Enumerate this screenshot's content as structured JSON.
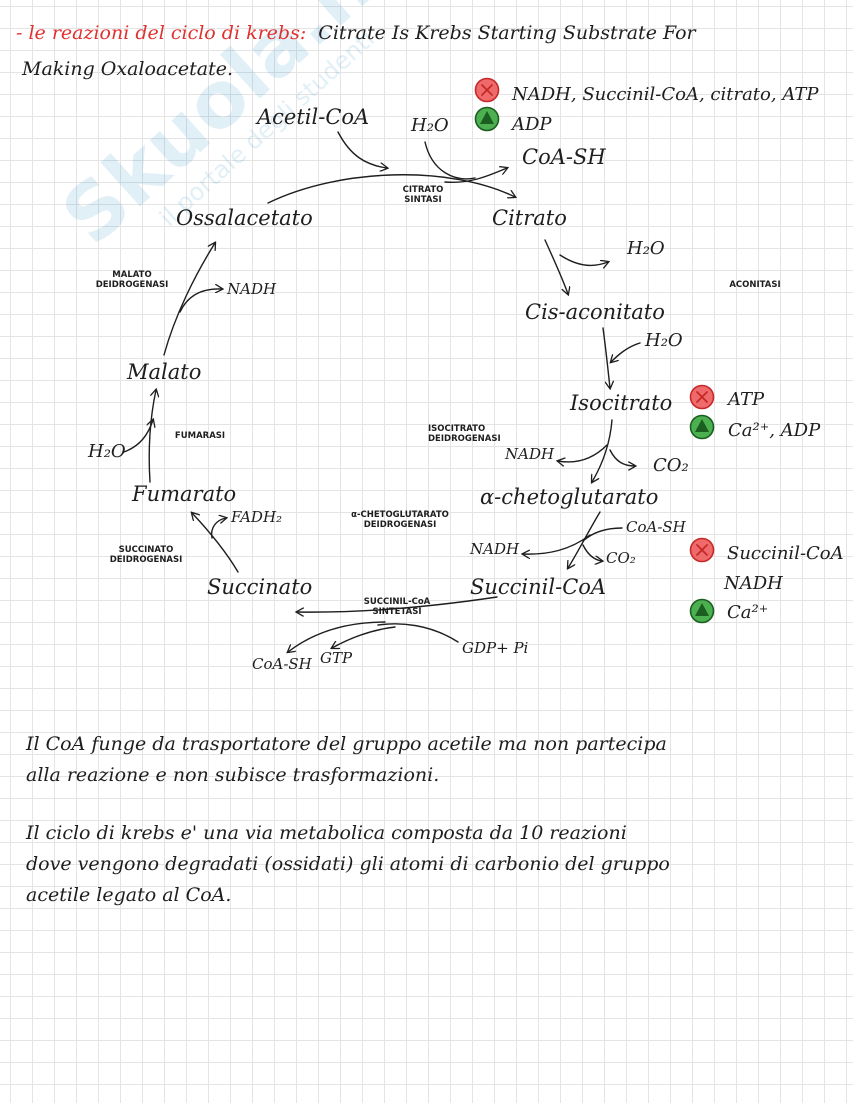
{
  "header": {
    "line1_red": "- le reazioni del ciclo di krebs:",
    "line1_black": "Citrate Is Krebs Starting Substrate For",
    "line2": "Making Oxaloacetate."
  },
  "watermark": {
    "brand": "Skuola.net",
    "tagline": "il portale degli studenti"
  },
  "molecules": {
    "acetil_coa": "Acetil-CoA",
    "h2o_top": "H₂O",
    "coa_sh_top": "CoA-SH",
    "citrato": "Citrato",
    "h2o_out": "H₂O",
    "cis_aconitato": "Cis-aconitato",
    "h2o_in": "H₂O",
    "isocitrato": "Isocitrato",
    "nadh_1": "NADH",
    "co2_1": "CO₂",
    "alfa_chetoglutarato": "α-chetoglutarato",
    "coa_sh_mid": "CoA-SH",
    "nadh_2": "NADH",
    "co2_2": "CO₂",
    "succinil_coa": "Succinil-CoA",
    "gdp_pi": "GDP+ Pi",
    "gtp": "GTP",
    "coa_sh_bottom": "CoA-SH",
    "succinato": "Succinato",
    "fadh2": "FADH₂",
    "fumarato": "Fumarato",
    "h2o_left": "H₂O",
    "malato": "Malato",
    "nadh_3": "NADH",
    "ossalacetato": "Ossalacetato"
  },
  "enzymes": {
    "citrato_sintasi": [
      "CITRATO",
      "SINTASI"
    ],
    "aconitasi": [
      "ACONITASI"
    ],
    "isocitrato_deidrogenasi": [
      "ISOCITRATO",
      "DEIDROGENASI"
    ],
    "alfa_chetoglutarato_deidrogenasi": [
      "α-CHETOGLUTARATO",
      "DEIDROGENASI"
    ],
    "succinil_coa_sintetasi": [
      "SUCCINIL-CoA",
      "SINTETASI"
    ],
    "succinato_deidrogenasi": [
      "SUCCINATO",
      "DEIDROGENASI"
    ],
    "fumarasi": [
      "FUMARASI"
    ],
    "malato_deidrogenasi": [
      "MALATO",
      "DEIDROGENASI"
    ]
  },
  "regulation": {
    "citrato_sintasi": {
      "inhibitors": "NADH, Succinil-CoA, citrato, ATP",
      "activators": "ADP"
    },
    "isocitrato_deidrogenasi": {
      "inhibitors": "ATP",
      "activators": "Ca²⁺, ADP"
    },
    "alfa_chetoglutarato_deidrogenasi": {
      "inhibitors_1": "Succinil-CoA",
      "inhibitors_2": "NADH",
      "activators": "Ca²⁺"
    }
  },
  "notes": {
    "p1": [
      "Il CoA funge da trasportatore del gruppo acetile ma non partecipa",
      "alla reazione e non subisce trasformazioni."
    ],
    "p2": [
      "Il ciclo di krebs e' una via metabolica composta da 10 reazioni",
      "dove vengono degradati (ossidati) gli atomi di carbonio del gruppo",
      "acetile legato al CoA."
    ]
  },
  "colors": {
    "inhibit_fill": "#ef6b6b",
    "inhibit_stroke": "#c62828",
    "activate_fill": "#4caf50",
    "activate_stroke": "#1b5e20",
    "header_red": "#e0302f",
    "ink": "#1e1e1e"
  },
  "icons": {
    "inhibitor": "red-x-circle-icon",
    "activator": "green-triangle-circle-icon"
  }
}
